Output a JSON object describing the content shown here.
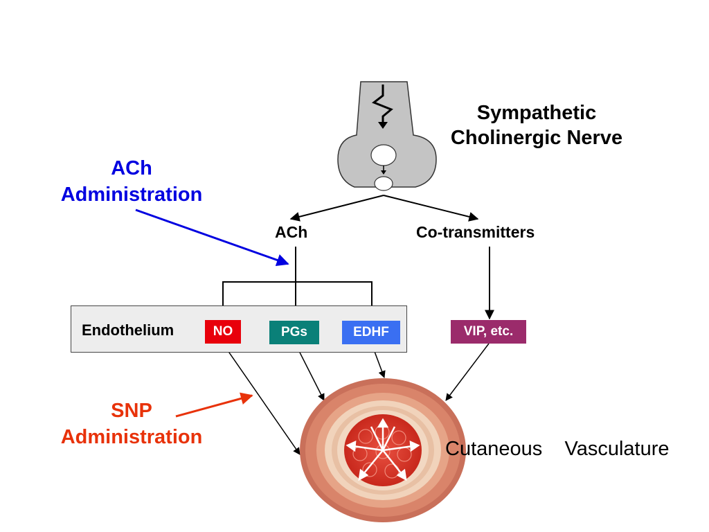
{
  "nerve_label_line1": "Sympathetic",
  "nerve_label_line2": "Cholinergic Nerve",
  "ach_admin_line1": "ACh",
  "ach_admin_line2": "Administration",
  "snp_admin_line1": "SNP",
  "snp_admin_line2": "Administration",
  "ach_label": "ACh",
  "cotransmitters_label": "Co-transmitters",
  "endothelium_label": "Endothelium",
  "chips": {
    "no": "NO",
    "pgs": "PGs",
    "edhf": "EDHF",
    "vip": "VIP, etc."
  },
  "vessel_label_word1": "Cutaneous",
  "vessel_label_word2": "Vasculature",
  "colors": {
    "ach_admin": "#0000e0",
    "snp_admin": "#e8320a",
    "no": "#e8000b",
    "pgs": "#0a8078",
    "edhf": "#3a6ff2",
    "vip": "#9b2b6b",
    "nerve_fill": "#c4c4c4",
    "vessel_outer": "#d9826b",
    "vessel_lumen": "#e03a2a"
  },
  "icons": [
    "nerve-terminal-icon",
    "action-potential-icon",
    "synaptic-vesicle-icon",
    "blood-vessel-icon"
  ]
}
